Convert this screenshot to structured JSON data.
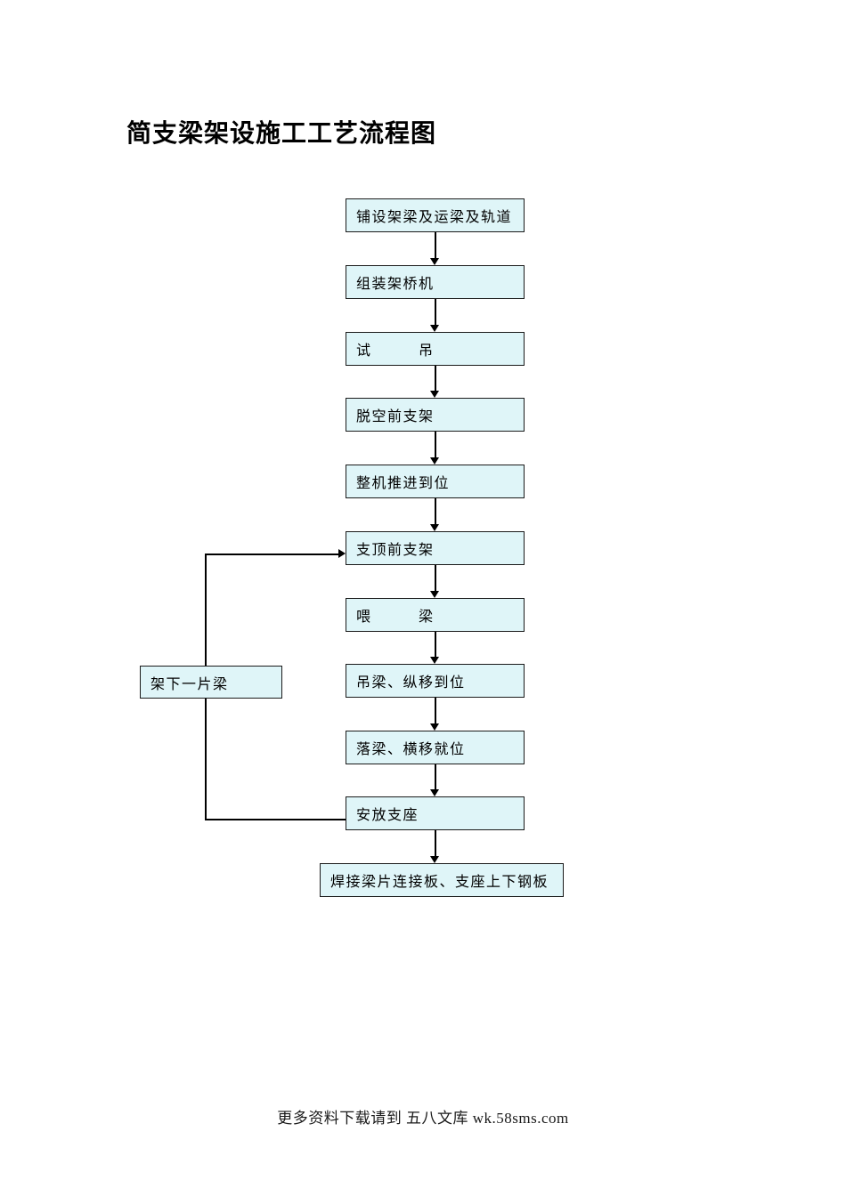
{
  "page": {
    "title": "简支梁架设施工工艺流程图",
    "footer": "更多资料下载请到 五八文库 wk.58sms.com"
  },
  "flowchart": {
    "steps": [
      "铺设架梁及运梁及轨道",
      "组装架桥机",
      "试　　　吊",
      "脱空前支架",
      "整机推进到位",
      "支顶前支架",
      "喂　　　梁",
      "吊梁、纵移到位",
      "落梁、横移就位",
      "安放支座",
      "焊接梁片连接板、支座上下钢板"
    ],
    "loop_step": "架下一片梁",
    "loop_from": "安放支座",
    "loop_to": "支顶前支架",
    "colors": {
      "node_fill": "#dff5f8",
      "node_border": "#1a1a1a",
      "connector": "#000000",
      "text": "#000000"
    }
  }
}
